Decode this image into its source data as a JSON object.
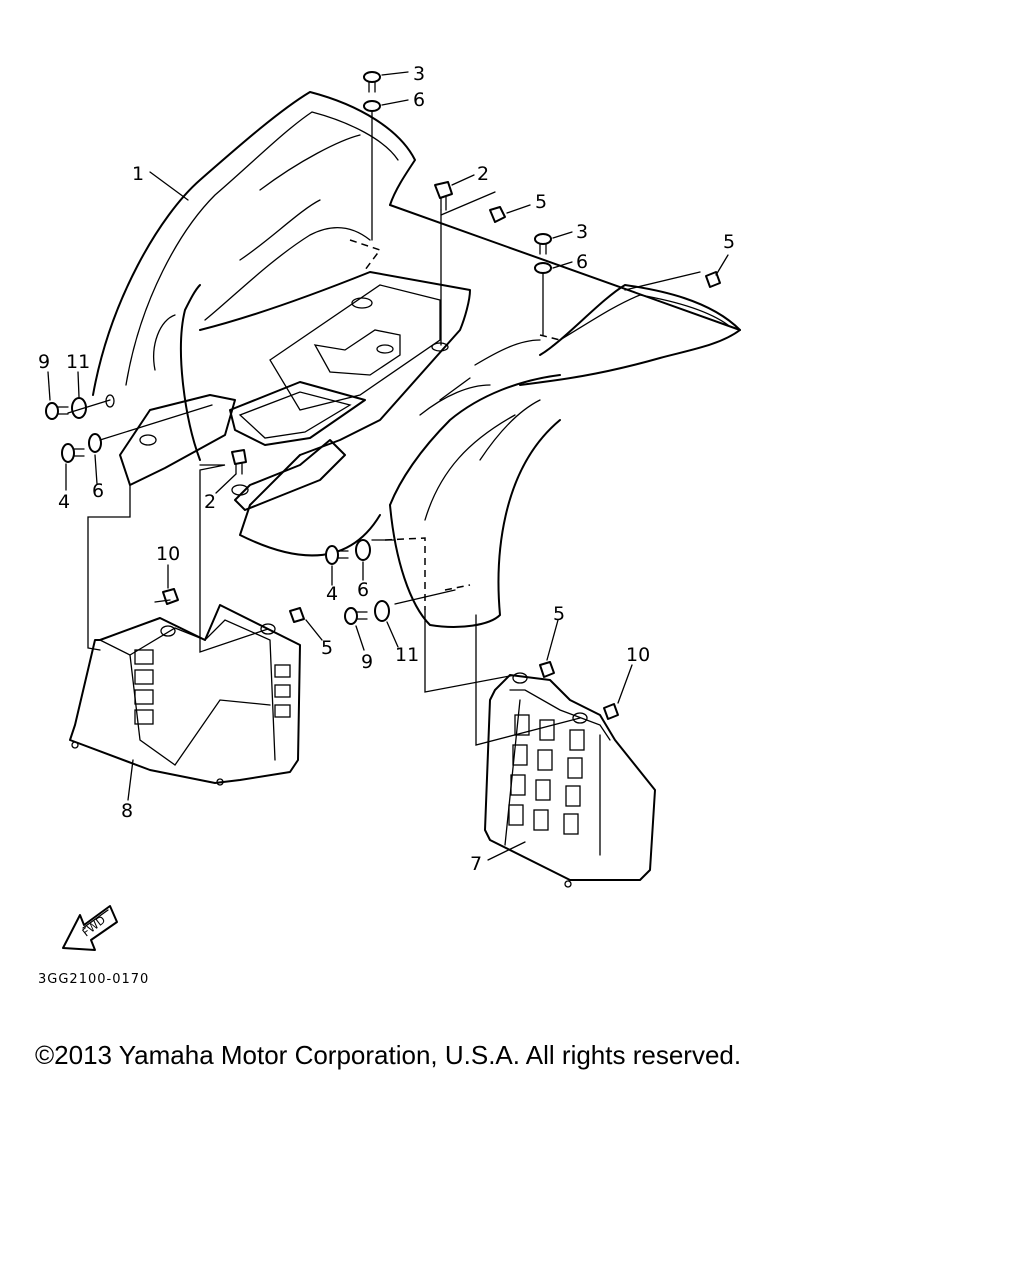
{
  "diagram": {
    "callouts": {
      "c1": "1",
      "c2a": "2",
      "c2b": "2",
      "c3a": "3",
      "c3b": "3",
      "c4a": "4",
      "c4b": "4",
      "c5a": "5",
      "c5b": "5",
      "c5c": "5",
      "c5d": "5",
      "c6a": "6",
      "c6b": "6",
      "c6c": "6",
      "c6d": "6",
      "c7": "7",
      "c8": "8",
      "c9a": "9",
      "c9b": "9",
      "c10a": "10",
      "c10b": "10",
      "c11a": "11",
      "c11b": "11"
    },
    "fwd_label": "FWD",
    "diagram_code": "3GG2100-0170"
  },
  "footer": {
    "copyright": "©2013 Yamaha Motor Corporation, U.S.A. All rights reserved."
  }
}
